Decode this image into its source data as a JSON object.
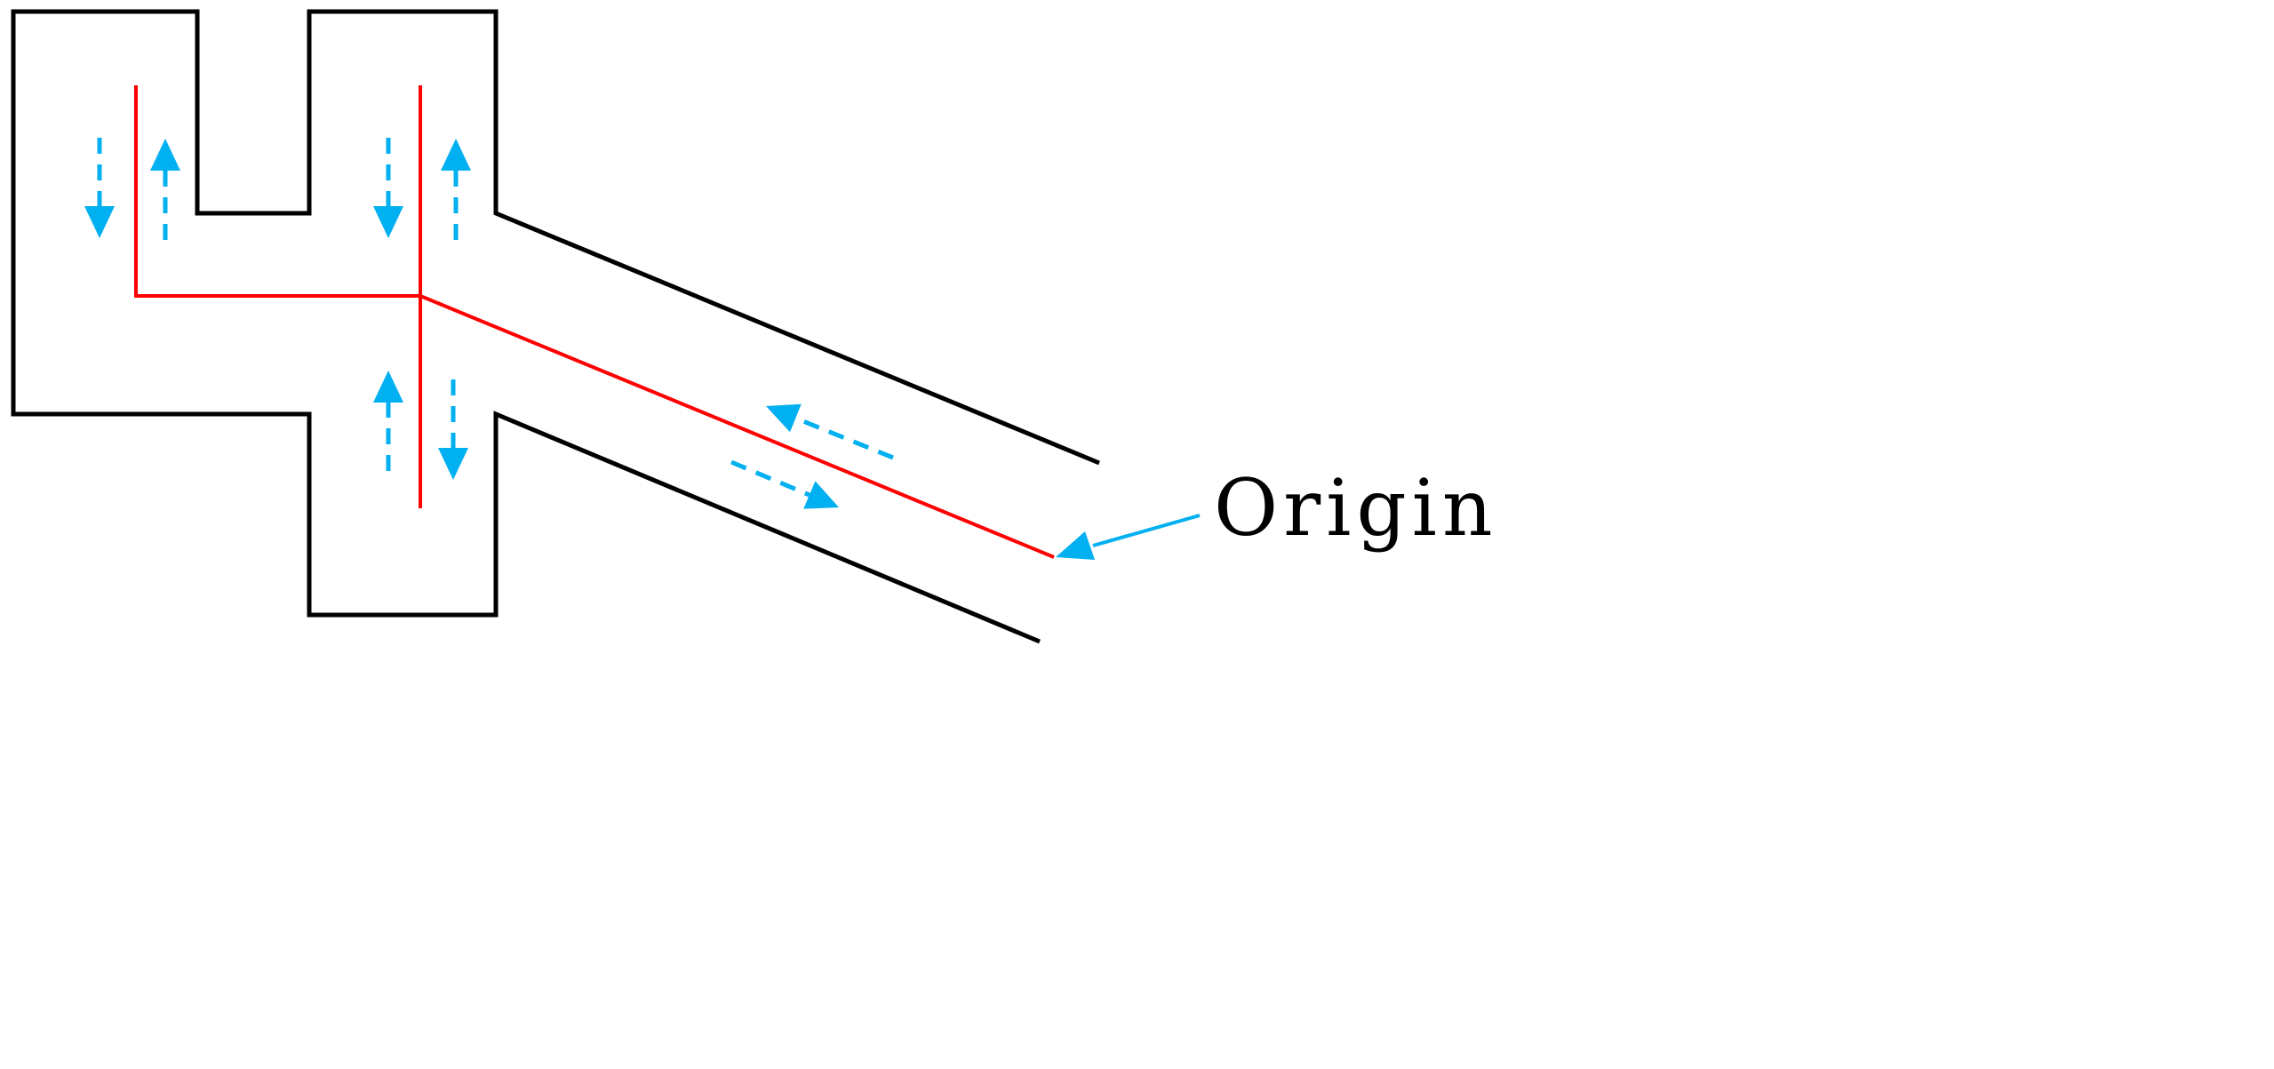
{
  "diagram": {
    "label_origin": "Origin",
    "colors": {
      "walls": "#000000",
      "centerline": "#ff0000",
      "flow_arrows": "#00b0f0",
      "background": "#ffffff"
    },
    "flow_arrow_count": 8,
    "flow_arrow_style": "dashed"
  }
}
